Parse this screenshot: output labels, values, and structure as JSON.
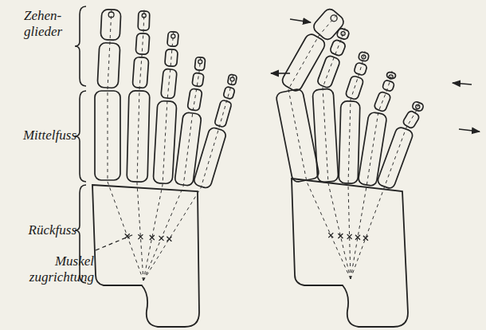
{
  "diagram": {
    "labels": [
      "Zehen- glieder",
      "Mittelfuss",
      "Rückfuss",
      "Muskel zugrichtung"
    ]
  }
}
